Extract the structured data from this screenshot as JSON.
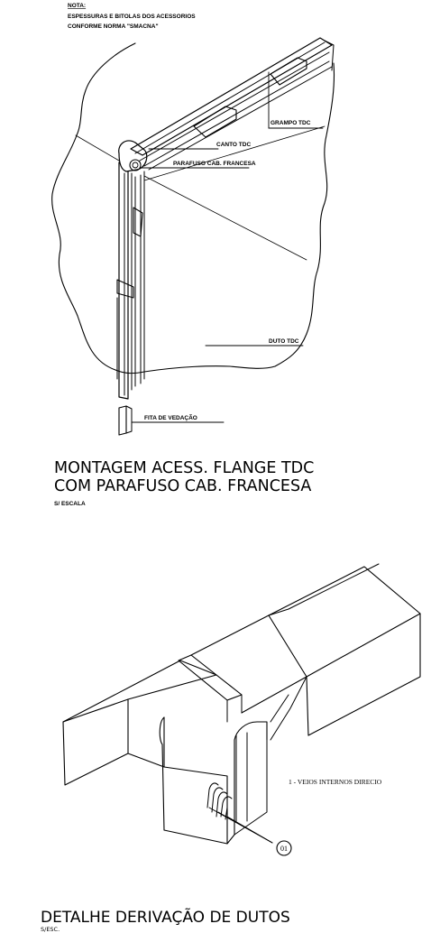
{
  "top_drawing": {
    "note_title": "NOTA:",
    "note_line1": "ESPESSURAS E BITOLAS DOS ACESSORIOS",
    "note_line2": "CONFORME NORMA \"SMACNA\"",
    "labels": {
      "grampo": "GRAMPO TDC",
      "canto": "CANTO TDC",
      "parafuso": "PARAFUSO CAB. FRANCESA",
      "duto": "DUTO TDC",
      "fita": "FITA DE VEDAÇÃO"
    },
    "title_line1": "MONTAGEM ACESS. FLANGE TDC",
    "title_line2": "COM PARAFUSO CAB. FRANCESA",
    "scale": "S/ ESCALA"
  },
  "bottom_drawing": {
    "legend": "1 - VEIOS INTERNOS DIRECIO",
    "callout": "01",
    "title": "DETALHE DERIVAÇÃO DE DUTOS",
    "scale": "S/ESC."
  }
}
